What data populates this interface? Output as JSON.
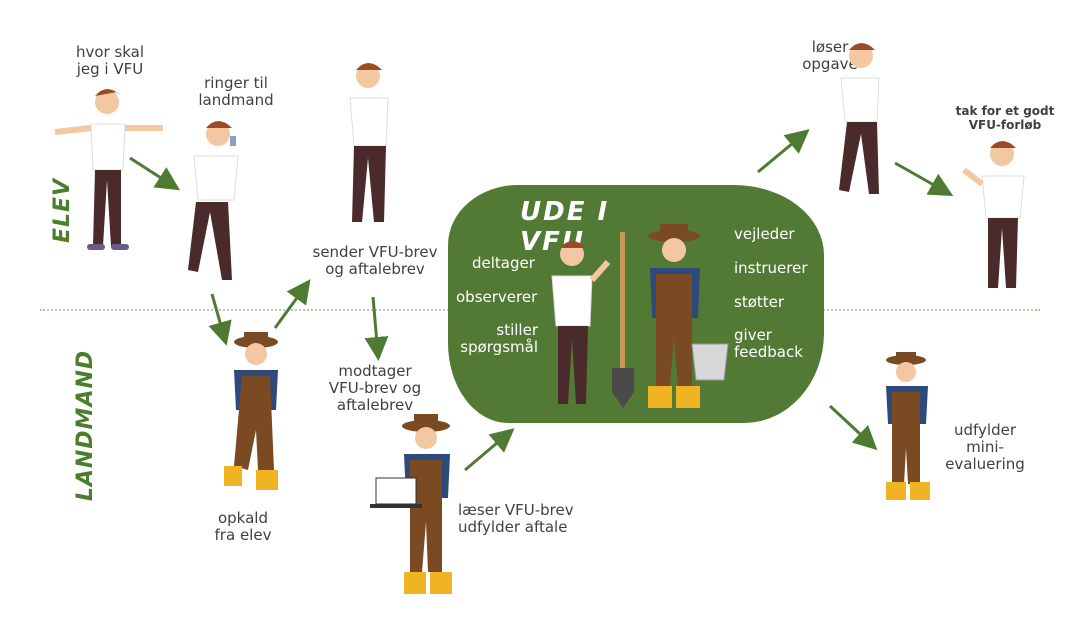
{
  "lanes": {
    "top": "ELEV",
    "bottom": "LANDMAND"
  },
  "center": {
    "title": "UDE I VFU",
    "left_roles": [
      "deltager",
      "observerer",
      "stiller\nspørgsmål"
    ],
    "right_roles": [
      "vejleder",
      "instruerer",
      "støtter",
      "giver\nfeedback"
    ]
  },
  "steps": {
    "where_vfu": "hvor skal\njeg i VFU",
    "calls_farmer": "ringer til\nlandmand",
    "sends_letter": "sender VFU-brev\nog aftalebrev",
    "call_from_student": "opkald\nfra elev",
    "receives_letter": "modtager\nVFU-brev og\naftalebrev",
    "reads_letter": "læser VFU-brev\nudfylder aftale",
    "solves_task": "løser\nopgave",
    "thanks": "tak for et godt\nVFU-forløb",
    "mini_eval": "udfylder\nmini-\nevaluering"
  },
  "colors": {
    "green": "#527a35",
    "arrow": "#4f7a31",
    "shirt": "#ffffff",
    "pants": "#4a2a2a",
    "overall": "#7a4a22",
    "boots": "#f0b323"
  }
}
